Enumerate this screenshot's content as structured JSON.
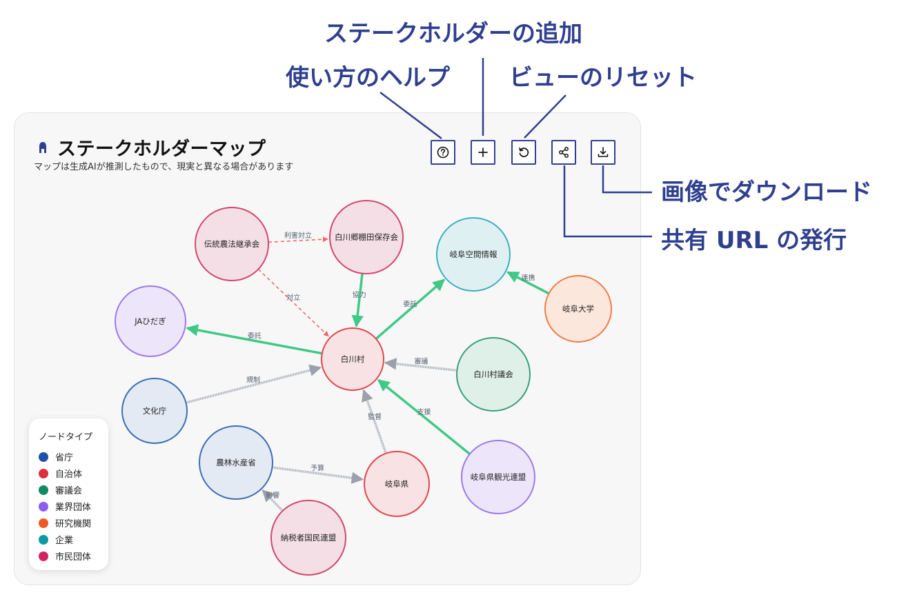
{
  "annotations": {
    "add_stakeholder": "ステークホルダーの追加",
    "help": "使い方のヘルプ",
    "reset_view": "ビューのリセット",
    "download_image": "画像でダウンロード",
    "share_url": "共有 URL の発行"
  },
  "app": {
    "title": "ステークホルダーマップ",
    "subtitle": "マップは生成AIが推測したもので、現実と異なる場合があります",
    "icon": "person-icon"
  },
  "toolbar": [
    {
      "id": "help",
      "icon": "help-icon"
    },
    {
      "id": "add",
      "icon": "plus-icon"
    },
    {
      "id": "reset",
      "icon": "reset-icon"
    },
    {
      "id": "share",
      "icon": "share-icon"
    },
    {
      "id": "download",
      "icon": "download-icon"
    }
  ],
  "legend": {
    "title": "ノードタイプ",
    "items": [
      {
        "label": "省庁",
        "color": "#1f4fa8"
      },
      {
        "label": "自治体",
        "color": "#e02d3c"
      },
      {
        "label": "審議会",
        "color": "#0f8a62"
      },
      {
        "label": "業界団体",
        "color": "#8b5cf6"
      },
      {
        "label": "研究機関",
        "color": "#ef5b22"
      },
      {
        "label": "企業",
        "color": "#0e98a6"
      },
      {
        "label": "市民団体",
        "color": "#d1235e"
      }
    ]
  },
  "type_styles": {
    "省庁": {
      "fill": "#e3eaf4",
      "stroke": "#3b6db5"
    },
    "自治体": {
      "fill": "#f8e2e3",
      "stroke": "#e0464f"
    },
    "審議会": {
      "fill": "#dff0e8",
      "stroke": "#3a9e7c"
    },
    "業界団体": {
      "fill": "#ede6fa",
      "stroke": "#9d78ea"
    },
    "研究機関": {
      "fill": "#fbe7dc",
      "stroke": "#f07a45"
    },
    "企業": {
      "fill": "#dff0f2",
      "stroke": "#3bb0bd"
    },
    "市民団体": {
      "fill": "#f4dfe7",
      "stroke": "#d2466f"
    }
  },
  "nodes": [
    {
      "id": "dento",
      "label": "伝統農法継承会",
      "type": "市民団体"
    },
    {
      "id": "tanada",
      "label": "白川郷棚田保存会",
      "type": "市民団体"
    },
    {
      "id": "gifu_kukan",
      "label": "岐阜空間情報",
      "type": "企業"
    },
    {
      "id": "gifu_univ",
      "label": "岐阜大学",
      "type": "研究機関"
    },
    {
      "id": "ja",
      "label": "JAひだぎ",
      "type": "業界団体"
    },
    {
      "id": "shirakawa",
      "label": "白川村",
      "type": "自治体"
    },
    {
      "id": "gikai",
      "label": "白川村議会",
      "type": "審議会"
    },
    {
      "id": "bunka",
      "label": "文化庁",
      "type": "省庁"
    },
    {
      "id": "norin",
      "label": "農林水産省",
      "type": "省庁"
    },
    {
      "id": "gifu_ken",
      "label": "岐阜県",
      "type": "自治体"
    },
    {
      "id": "kanko",
      "label": "岐阜県観光連盟",
      "type": "業界団体"
    },
    {
      "id": "nozei",
      "label": "納税者国民連盟",
      "type": "市民団体"
    }
  ],
  "edges": [
    {
      "from": "dento",
      "to": "tanada",
      "label": "利害対立",
      "kind": "conflict"
    },
    {
      "from": "dento",
      "to": "shirakawa",
      "label": "対立",
      "kind": "conflict"
    },
    {
      "from": "tanada",
      "to": "shirakawa",
      "label": "協力",
      "kind": "support"
    },
    {
      "from": "shirakawa",
      "to": "gifu_kukan",
      "label": "委託",
      "kind": "support"
    },
    {
      "from": "gifu_univ",
      "to": "gifu_kukan",
      "label": "連携",
      "kind": "support"
    },
    {
      "from": "shirakawa",
      "to": "ja",
      "label": "委託",
      "kind": "support"
    },
    {
      "from": "gikai",
      "to": "shirakawa",
      "label": "審議",
      "kind": "oversight"
    },
    {
      "from": "bunka",
      "to": "shirakawa",
      "label": "規制",
      "kind": "oversight"
    },
    {
      "from": "gifu_ken",
      "to": "shirakawa",
      "label": "監督",
      "kind": "oversight"
    },
    {
      "from": "kanko",
      "to": "shirakawa",
      "label": "支援",
      "kind": "support"
    },
    {
      "from": "norin",
      "to": "gifu_ken",
      "label": "予算",
      "kind": "oversight"
    },
    {
      "from": "nozei",
      "to": "norin",
      "label": "影響",
      "kind": "oversight"
    }
  ],
  "edge_styles": {
    "support": {
      "color": "#3ec986"
    },
    "conflict": {
      "color": "#f0686a"
    },
    "oversight": {
      "color": "#9aa1ad"
    }
  }
}
